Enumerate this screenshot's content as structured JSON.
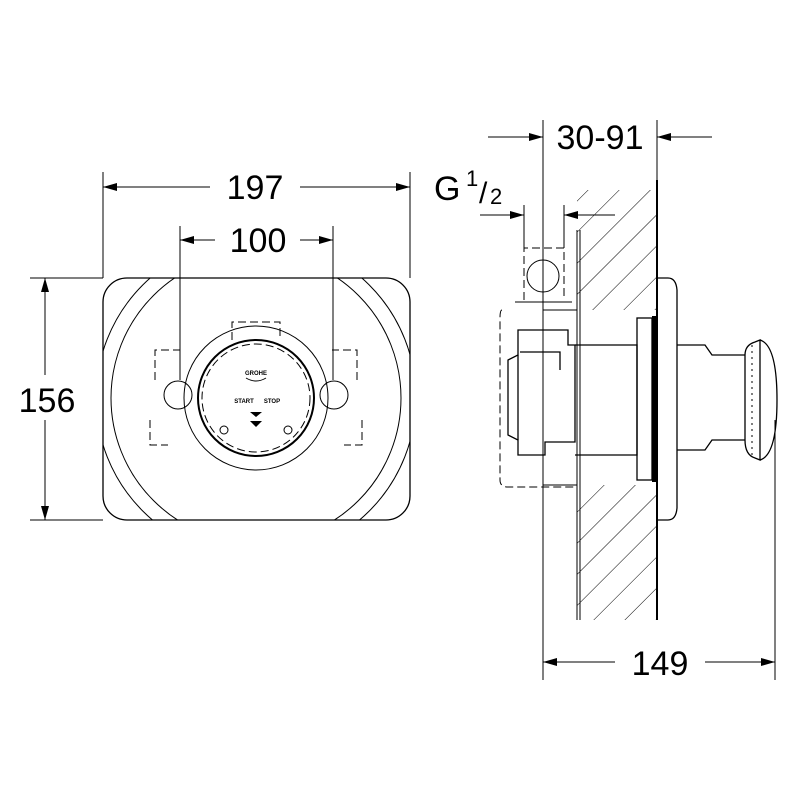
{
  "dimensions": {
    "width_plate": "197",
    "fixing_distance": "100",
    "height_plate": "156",
    "wall_depth": "30-91",
    "connection_main": "G",
    "connection_sup": "1",
    "connection_sub": "2",
    "total_depth": "149"
  },
  "front_view": {
    "brand": "GROHE",
    "start_label": "START",
    "stop_label": "STOP"
  }
}
